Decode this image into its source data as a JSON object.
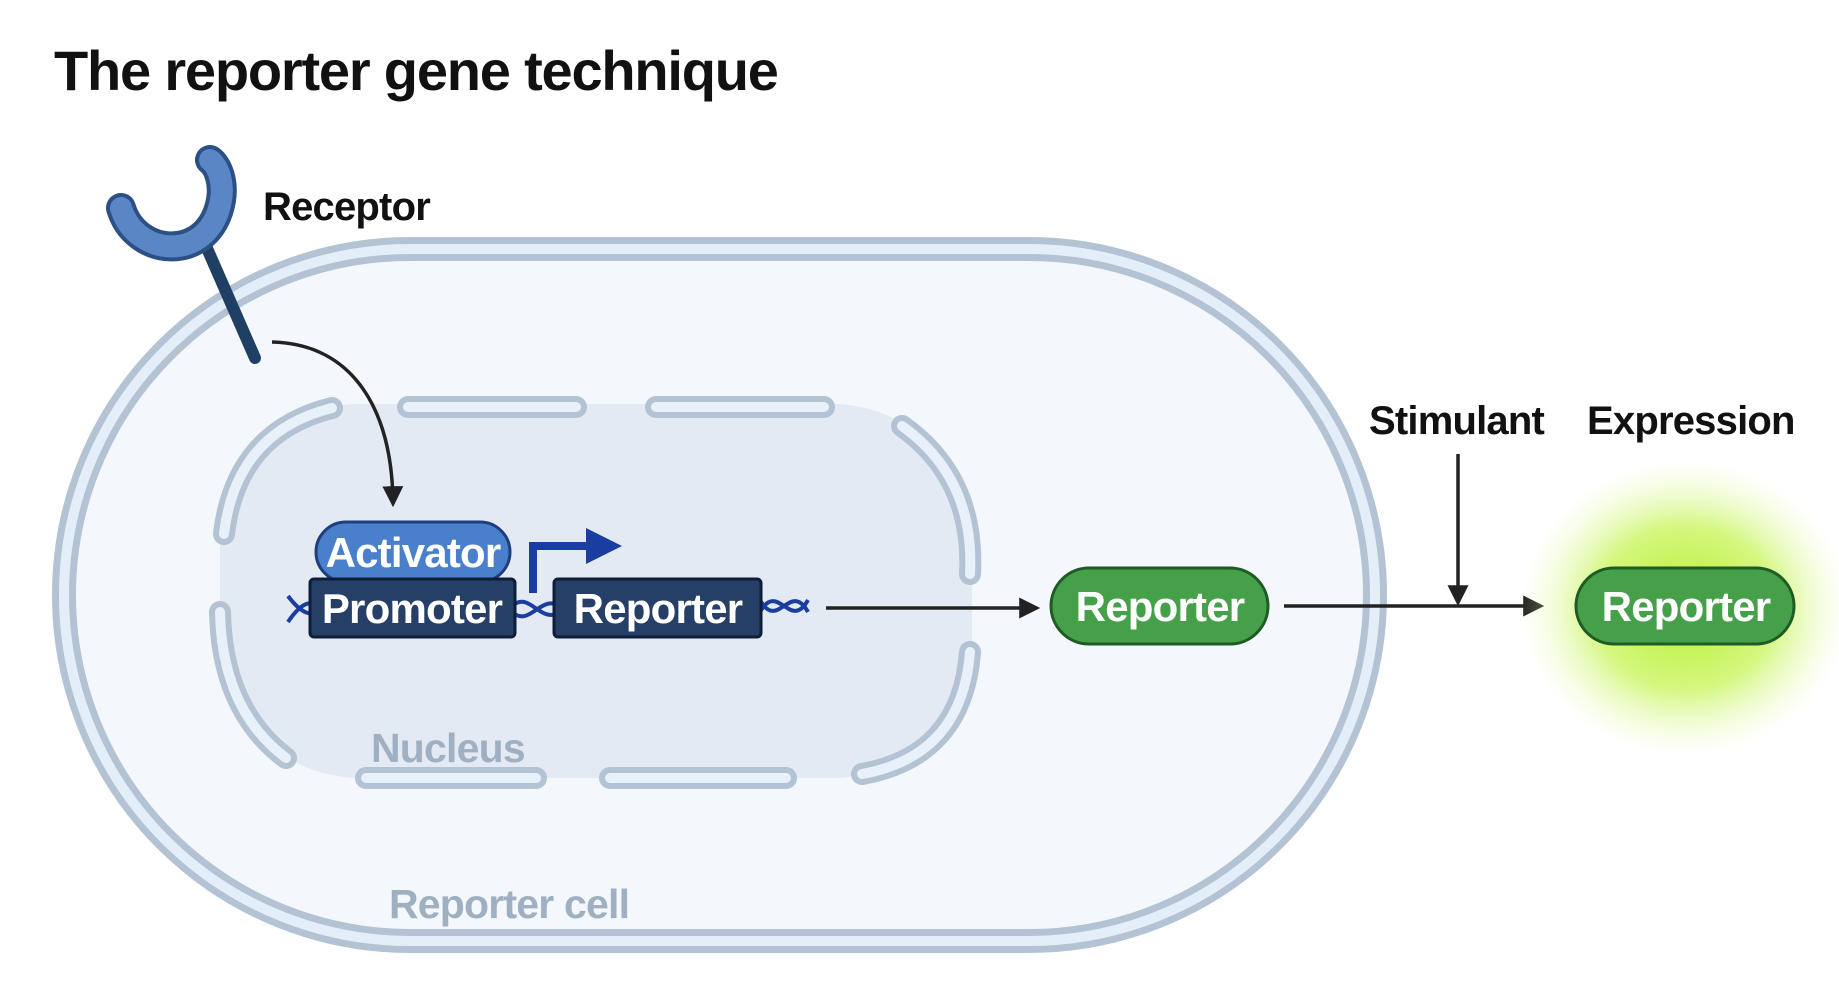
{
  "title": "The reporter gene technique",
  "labels": {
    "receptor": "Receptor",
    "stimulant": "Stimulant",
    "expression": "Expression",
    "nucleus": "Nucleus",
    "reporter_cell": "Reporter cell"
  },
  "nodes": {
    "activator": "Activator",
    "promoter": "Promoter",
    "reporter_gene": "Reporter",
    "reporter_protein": "Reporter",
    "reporter_expressed": "Reporter"
  },
  "colors": {
    "cell_membrane": "#b3c3d3",
    "cell_fill": "#f4f8fd",
    "nucleus_fill": "#e3eaf4",
    "receptor": "#5b86c6",
    "receptor_stalk": "#1f3f64",
    "activator": "#4a7fcb",
    "dna_box": "#253f66",
    "dna_strand": "#1a3da0",
    "reporter_green": "#46a04a",
    "glow": "#c2f34a",
    "arrow": "#222222"
  },
  "icons": [
    "receptor-icon",
    "dna-strand-icon",
    "transcription-start-arrow-icon",
    "glow-icon"
  ]
}
